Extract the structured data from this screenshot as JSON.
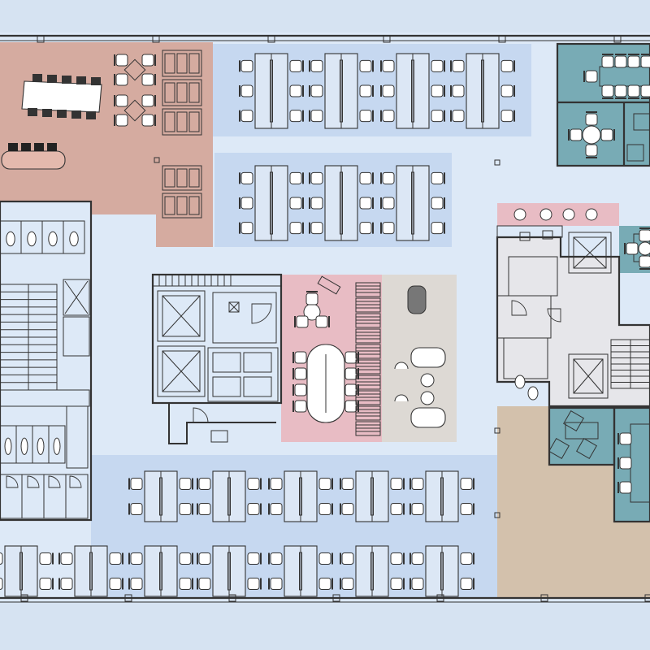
{
  "colors": {
    "background": "#d6e3f2",
    "floor": "#dde9f7",
    "workstation_zone": "#c6d8f0",
    "collaboration_zone": "#d5aba0",
    "meeting_zone": "#78abb5",
    "breakout_zone": "#e8bcc4",
    "lounge_zone": "#ddd9d4",
    "reception_zone": "#d3c1ac",
    "core": "#d0d0d4",
    "wc_cubicle": "#c8c8cd",
    "storage": "#dcd6c6",
    "desk": "#dce7f5",
    "chair": "#ffffff",
    "line": "#333333"
  },
  "zones": [
    {
      "name": "collaboration-zone",
      "kind": "collaboration_zone"
    },
    {
      "name": "workstation-zone-north",
      "kind": "workstation_zone"
    },
    {
      "name": "workstation-zone-mid",
      "kind": "workstation_zone"
    },
    {
      "name": "workstation-zone-south",
      "kind": "workstation_zone"
    },
    {
      "name": "meeting-rooms-east",
      "kind": "meeting_zone"
    },
    {
      "name": "breakout-area",
      "kind": "breakout_zone"
    },
    {
      "name": "lounge-area",
      "kind": "lounge_zone"
    },
    {
      "name": "reception-area",
      "kind": "reception_zone"
    },
    {
      "name": "pantry-strip",
      "kind": "breakout_zone"
    }
  ],
  "cores": [
    {
      "name": "west-core",
      "contents": [
        "wc",
        "stair",
        "lift"
      ]
    },
    {
      "name": "central-lift-core",
      "contents": [
        "lift",
        "lift",
        "shaft"
      ]
    },
    {
      "name": "east-core",
      "contents": [
        "lift",
        "lift",
        "stair",
        "wc"
      ]
    }
  ],
  "furniture": {
    "desk_clusters": 23,
    "meeting_tables": 3,
    "lounge_sofas": 2
  }
}
